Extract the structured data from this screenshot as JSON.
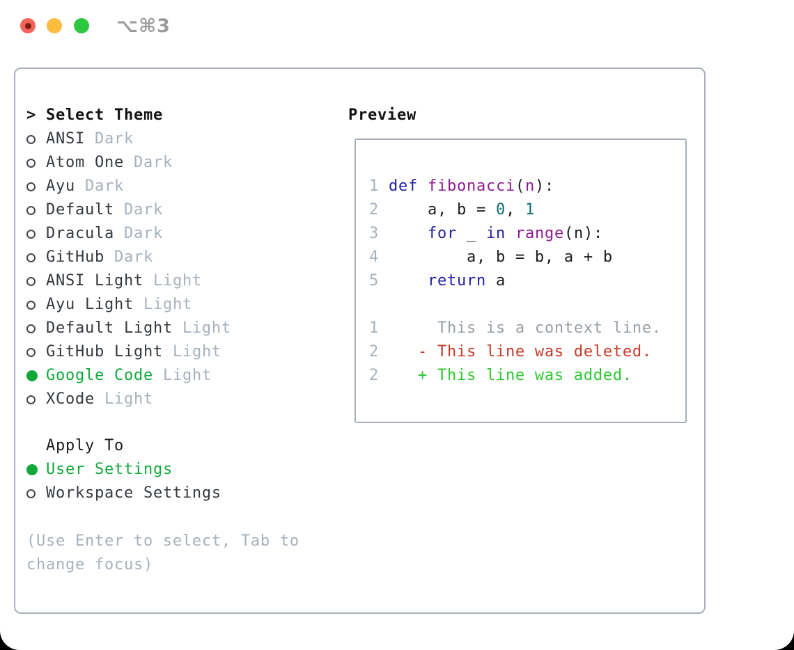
{
  "window": {
    "title": "⌥⌘3"
  },
  "theme_list": {
    "header_prefix": ">",
    "header": "Select Theme",
    "items": [
      {
        "name": "ANSI",
        "variant": "Dark",
        "selected": false
      },
      {
        "name": "Atom One",
        "variant": "Dark",
        "selected": false
      },
      {
        "name": "Ayu",
        "variant": "Dark",
        "selected": false
      },
      {
        "name": "Default",
        "variant": "Dark",
        "selected": false
      },
      {
        "name": "Dracula",
        "variant": "Dark",
        "selected": false
      },
      {
        "name": "GitHub",
        "variant": "Dark",
        "selected": false
      },
      {
        "name": "ANSI Light",
        "variant": "Light",
        "selected": false
      },
      {
        "name": "Ayu Light",
        "variant": "Light",
        "selected": false
      },
      {
        "name": "Default Light",
        "variant": "Light",
        "selected": false
      },
      {
        "name": "GitHub Light",
        "variant": "Light",
        "selected": false
      },
      {
        "name": "Google Code",
        "variant": "Light",
        "selected": true
      },
      {
        "name": "XCode",
        "variant": "Light",
        "selected": false
      }
    ]
  },
  "apply_to": {
    "header": "Apply To",
    "items": [
      {
        "name": "User Settings",
        "selected": true
      },
      {
        "name": "Workspace Settings",
        "selected": false
      }
    ]
  },
  "help_text": "(Use Enter to select, Tab to change focus)",
  "preview": {
    "header": "Preview",
    "lines": [
      {
        "num": "1",
        "segs": [
          [
            "kw",
            "def"
          ],
          [
            "pl",
            " "
          ],
          [
            "fn",
            "fibonacci"
          ],
          [
            "pl",
            "("
          ],
          [
            "fn",
            "n"
          ],
          [
            "pl",
            "):"
          ]
        ]
      },
      {
        "num": "2",
        "segs": [
          [
            "pl",
            "    a, b = "
          ],
          [
            "nm",
            "0"
          ],
          [
            "pl",
            ", "
          ],
          [
            "nm",
            "1"
          ]
        ]
      },
      {
        "num": "3",
        "segs": [
          [
            "pl",
            "    "
          ],
          [
            "kw",
            "for"
          ],
          [
            "pl",
            " _ "
          ],
          [
            "kw",
            "in"
          ],
          [
            "pl",
            " "
          ],
          [
            "fn",
            "range"
          ],
          [
            "pl",
            "(n):"
          ]
        ]
      },
      {
        "num": "4",
        "segs": [
          [
            "pl",
            "        a, b = b, a + b"
          ]
        ]
      },
      {
        "num": "5",
        "segs": [
          [
            "pl",
            "    "
          ],
          [
            "kw",
            "return"
          ],
          [
            "pl",
            " a"
          ]
        ]
      },
      {
        "blank": true
      },
      {
        "num": "1",
        "segs": [
          [
            "ctx",
            "     This is a context line."
          ]
        ]
      },
      {
        "num": "2",
        "segs": [
          [
            "del",
            "   - This line was deleted."
          ]
        ]
      },
      {
        "num": "2",
        "segs": [
          [
            "add",
            "   + This line was added."
          ]
        ]
      }
    ]
  },
  "icons": {
    "radio_unselected": "open-circle",
    "radio_selected": "filled-circle",
    "focus_caret": "chevron-right"
  },
  "colors": {
    "tl_red": "#f4635a",
    "tl_red_dot": "#7c1d12",
    "tl_yellow": "#fcbd40",
    "tl_green": "#2ec840",
    "title_gray": "#9c9c9c",
    "panel_border": "#a8afb9",
    "text_dark": "#34393e",
    "text_muted": "#a7b0bd",
    "selection_green": "#0fa839",
    "line_number": "#a7b0bd",
    "code_plain": "#1a1c1e",
    "code_keyword": "#2121a1",
    "code_title": "#8e1b90",
    "code_number": "#0d6e6e",
    "diff_context": "#989fa7",
    "diff_deleted": "#c53b26",
    "diff_added": "#2cc72e"
  }
}
